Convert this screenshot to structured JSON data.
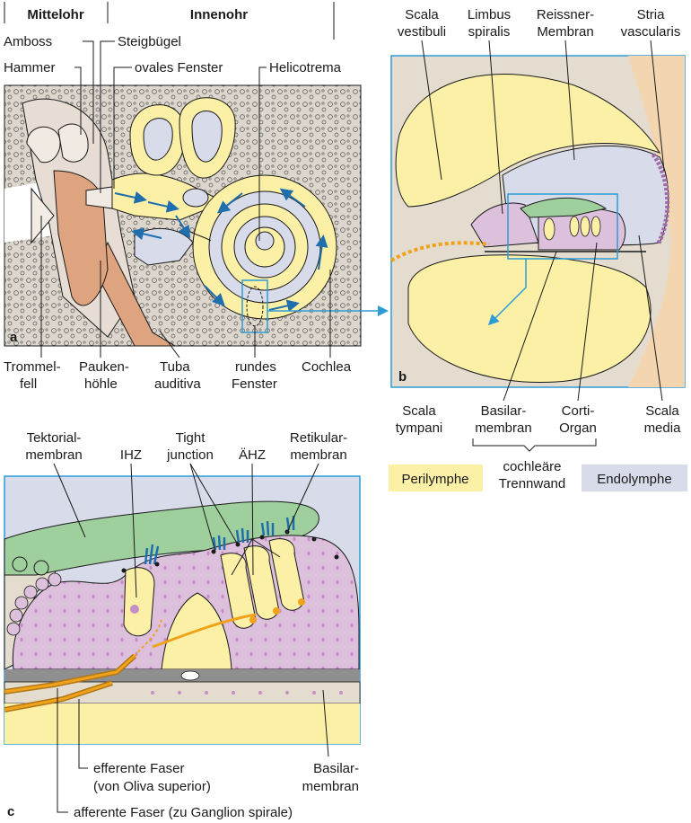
{
  "colors": {
    "perilymph": "#fbf0a6",
    "endolymph": "#d8dcea",
    "bone": "#ddd6cc",
    "tissue": "#dcc0dc",
    "muscle": "#dea37f",
    "membrane_green": "#9fcf9d",
    "frame_blue": "#2e9bd6",
    "fiber_orange": "#f0a21a"
  },
  "header": {
    "middle_ear": "Mittelohr",
    "inner_ear": "Innenohr"
  },
  "panel_a": {
    "letter": "a",
    "labels": {
      "amboss": "Amboss",
      "hammer": "Hammer",
      "steigbuegel": "Steigbügel",
      "ovales_fenster": "ovales Fenster",
      "helicotrema": "Helicotrema",
      "trommelfell_1": "Trommel-",
      "trommelfell_2": "fell",
      "paukenhoehle_1": "Pauken-",
      "paukenhoehle_2": "höhle",
      "tuba_1": "Tuba",
      "tuba_2": "auditiva",
      "rundes_1": "rundes",
      "rundes_2": "Fenster",
      "cochlea": "Cochlea"
    }
  },
  "panel_b": {
    "letter": "b",
    "labels": {
      "scala_vestibuli_1": "Scala",
      "scala_vestibuli_2": "vestibuli",
      "limbus_1": "Limbus",
      "limbus_2": "spiralis",
      "reissner_1": "Reissner-",
      "reissner_2": "Membran",
      "stria_1": "Stria",
      "stria_2": "vascularis",
      "scala_tympani_1": "Scala",
      "scala_tympani_2": "tympani",
      "basilar_1": "Basilar-",
      "basilar_2": "membran",
      "corti_1": "Corti-",
      "corti_2": "Organ",
      "scala_media_1": "Scala",
      "scala_media_2": "media"
    }
  },
  "legend": {
    "perilymph": "Perilymphe",
    "trennwand_1": "cochleäre",
    "trennwand_2": "Trennwand",
    "endolymph": "Endolymphe"
  },
  "panel_c": {
    "letter": "c",
    "labels": {
      "tektorial_1": "Tektorial-",
      "tektorial_2": "membran",
      "ihz": "IHZ",
      "tight_1": "Tight",
      "tight_2": "junction",
      "aehz": "ÄHZ",
      "retikular_1": "Retikular-",
      "retikular_2": "membran",
      "efferent_1": "efferente Faser",
      "efferent_2": "(von Oliva superior)",
      "basilar_1": "Basilar-",
      "basilar_2": "membran",
      "afferent": "afferente Faser (zu Ganglion spirale)"
    }
  }
}
